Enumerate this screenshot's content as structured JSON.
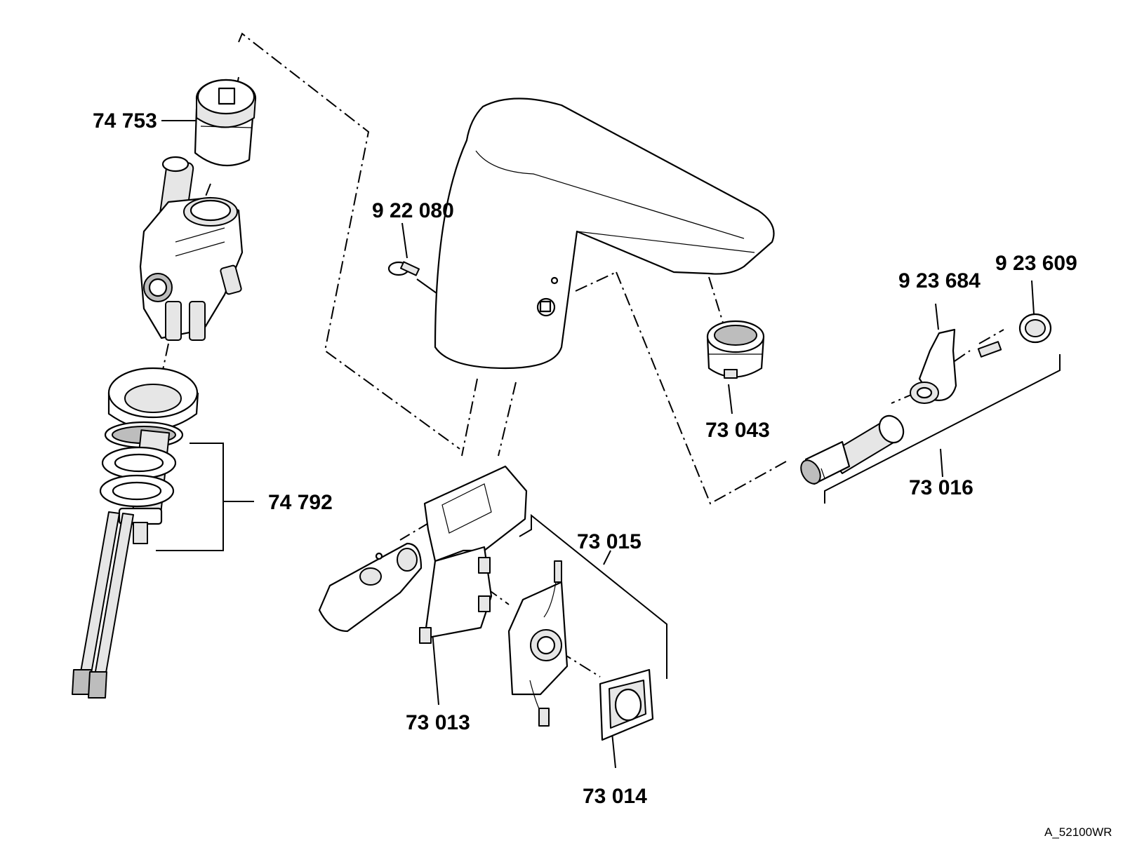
{
  "part_labels": {
    "cartridge": "74 753",
    "mounting_set": "74 792",
    "screw": "9 22 080",
    "electronics_housing": "73 013",
    "sensor_window": "73 014",
    "control_unit": "73 015",
    "aerator": "73 043",
    "temperature_lever": "9 23 684",
    "cap": "9 23 609",
    "mixing_set": "73 016"
  },
  "drawing_code": "A_52100WR"
}
